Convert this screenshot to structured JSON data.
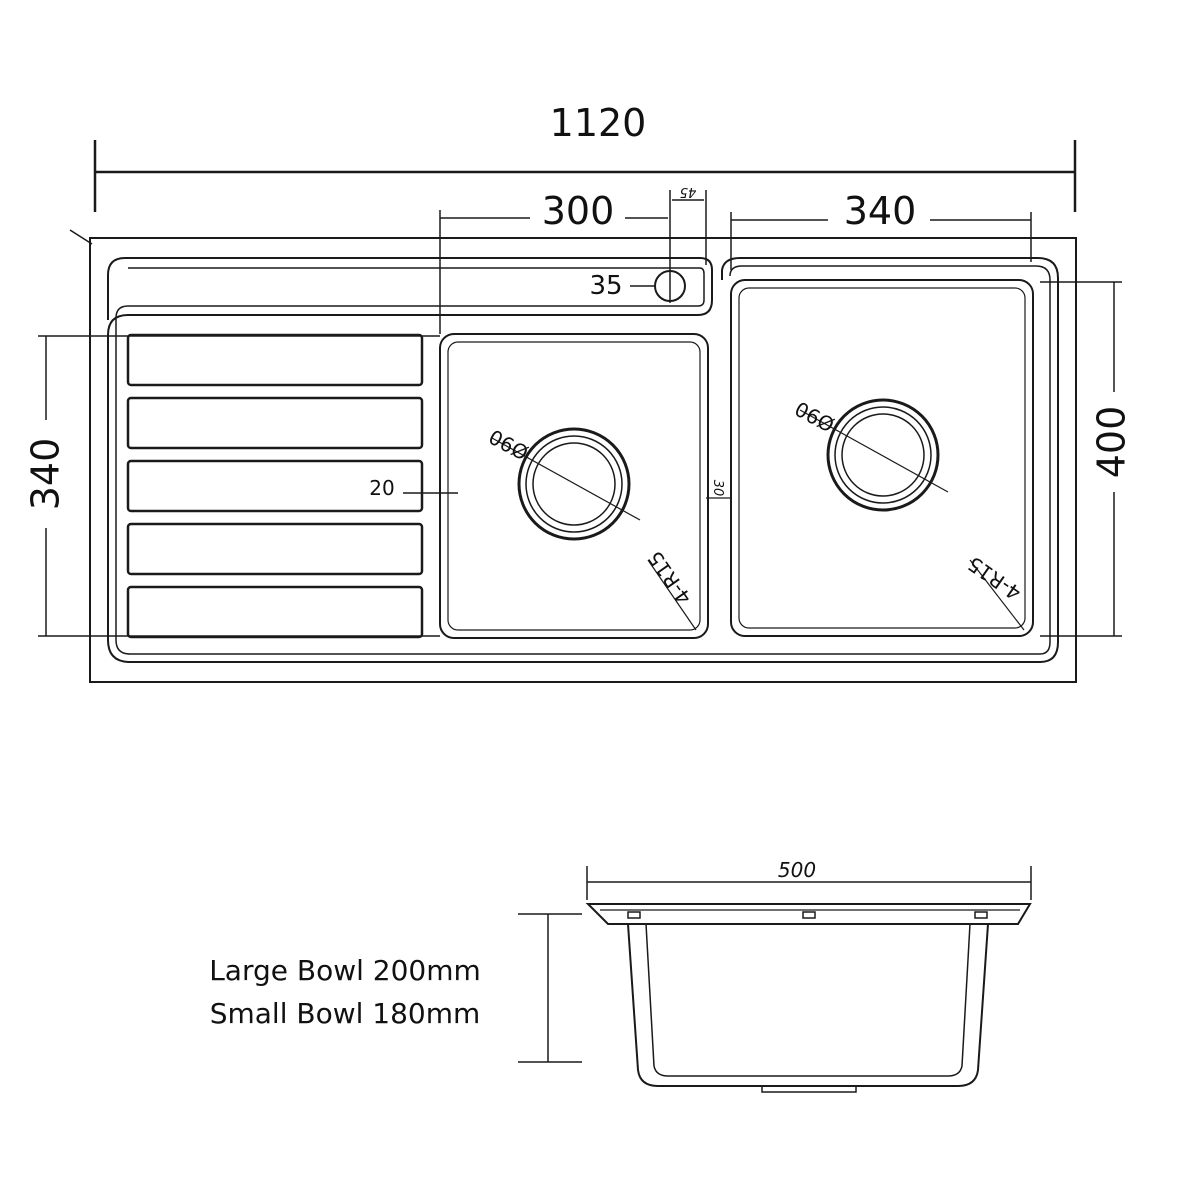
{
  "plan_view": {
    "overall_width": "1120",
    "small_bowl_width": "300",
    "large_bowl_width": "340",
    "tap_hole": "35",
    "tap_offset": "45",
    "drainer_depth": "340",
    "large_bowl_depth": "400",
    "wall_gap": "20",
    "divider": "30",
    "waste_small": "Ø90",
    "waste_large": "Ø90",
    "corner_small": "4-R15",
    "corner_large": "4-R15"
  },
  "section_view": {
    "width": "500",
    "bowl_depth_notes": [
      "Large Bowl 200mm",
      "Small Bowl 180mm"
    ]
  },
  "colors": {
    "line": "#1a1a1a",
    "background": "#ffffff"
  }
}
